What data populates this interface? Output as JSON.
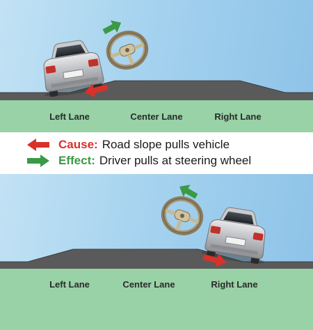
{
  "lanes": {
    "left": "Left Lane",
    "center": "Center Lane",
    "right": "Right Lane"
  },
  "legend": {
    "cause_key": "Cause:",
    "cause_text": "Road slope pulls vehicle",
    "effect_key": "Effect:",
    "effect_text": "Driver pulls at steering wheel"
  },
  "colors": {
    "cause": "#d8322a",
    "effect": "#3a9a45",
    "road": "#5a5a5a",
    "grass": "#98d2a6"
  },
  "icons": {
    "cause_arrow": "left-arrow-icon",
    "effect_arrow": "right-arrow-icon"
  }
}
